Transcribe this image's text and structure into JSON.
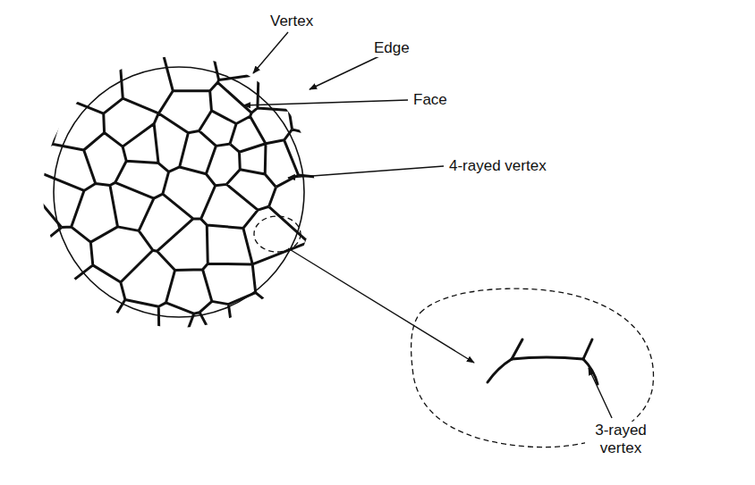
{
  "diagram": {
    "labels": [
      "Vertex",
      "Edge",
      "Face",
      "4-rayed vertex",
      "3-rayed vertex"
    ]
  }
}
